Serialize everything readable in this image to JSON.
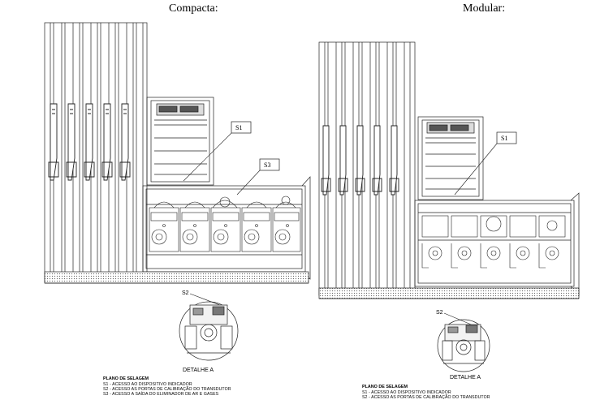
{
  "titles": {
    "left": "Compacta:",
    "right": "Modular:"
  },
  "left": {
    "callouts": {
      "s1": "S1",
      "s3": "S3",
      "s2": "S2"
    },
    "detail_label": "DETALHE A",
    "plan": {
      "heading": "PLANO DE SELAGEM",
      "lines": [
        "S1 - ACESSO AO DISPOSITIVO INDICADOR",
        "S2 - ACESSO AS PORTAS DE CALIBRAÇÃO DO TRANSDUTOR",
        "S3 - ACESSO A SAÍDA DO ELIMINADOR DE AR E GASES"
      ]
    }
  },
  "right": {
    "callouts": {
      "s1": "S1",
      "s2": "S2"
    },
    "detail_label": "DETALHE A",
    "plan": {
      "heading": "PLANO DE SELAGEM",
      "lines": [
        "S1 - ACESSO AO DISPOSITIVO INDICADOR",
        "S2 - ACESSO AS PORTAS DE CALIBRAÇÃO DO TRANSDUTOR"
      ]
    }
  }
}
